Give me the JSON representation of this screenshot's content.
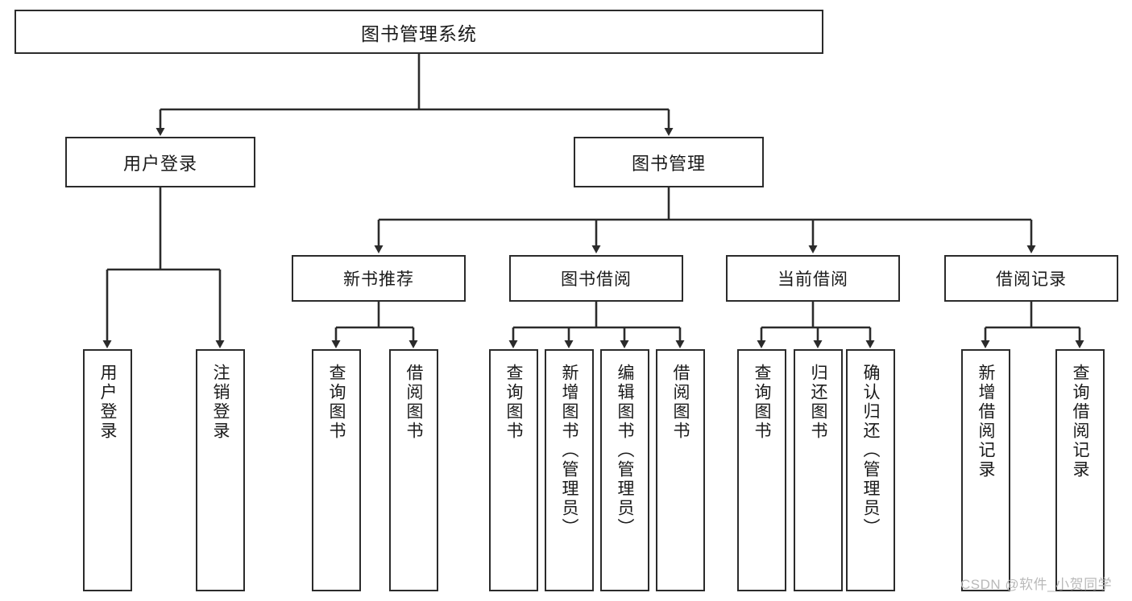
{
  "diagram": {
    "title": "图书管理系统",
    "type": "tree",
    "colors": {
      "box_border": "#2b2b2b",
      "box_fill": "#ffffff",
      "edge": "#2b2b2b",
      "text": "#1a1a1a",
      "watermark": "#b9b9b9"
    },
    "root": {
      "label": "图书管理系统"
    },
    "level2": [
      {
        "label": "用户登录"
      },
      {
        "label": "图书管理"
      }
    ],
    "level3": [
      {
        "label": "新书推荐"
      },
      {
        "label": "图书借阅"
      },
      {
        "label": "当前借阅"
      },
      {
        "label": "借阅记录"
      }
    ],
    "leaves": {
      "user_login": [
        {
          "label": "用户登录"
        },
        {
          "label": "注销登录"
        }
      ],
      "new_book": [
        {
          "label": "查询图书"
        },
        {
          "label": "借阅图书"
        }
      ],
      "book_borrow": [
        {
          "label": "查询图书"
        },
        {
          "label": "新增图书（管理员）"
        },
        {
          "label": "编辑图书（管理员）"
        },
        {
          "label": "借阅图书"
        }
      ],
      "current_borrow": [
        {
          "label": "查询图书"
        },
        {
          "label": "归还图书"
        },
        {
          "label": "确认归还（管理员）"
        }
      ],
      "borrow_record": [
        {
          "label": "新增借阅记录"
        },
        {
          "label": "查询借阅记录"
        }
      ]
    }
  },
  "watermark": {
    "text": "CSDN @软件_小贺同学"
  }
}
